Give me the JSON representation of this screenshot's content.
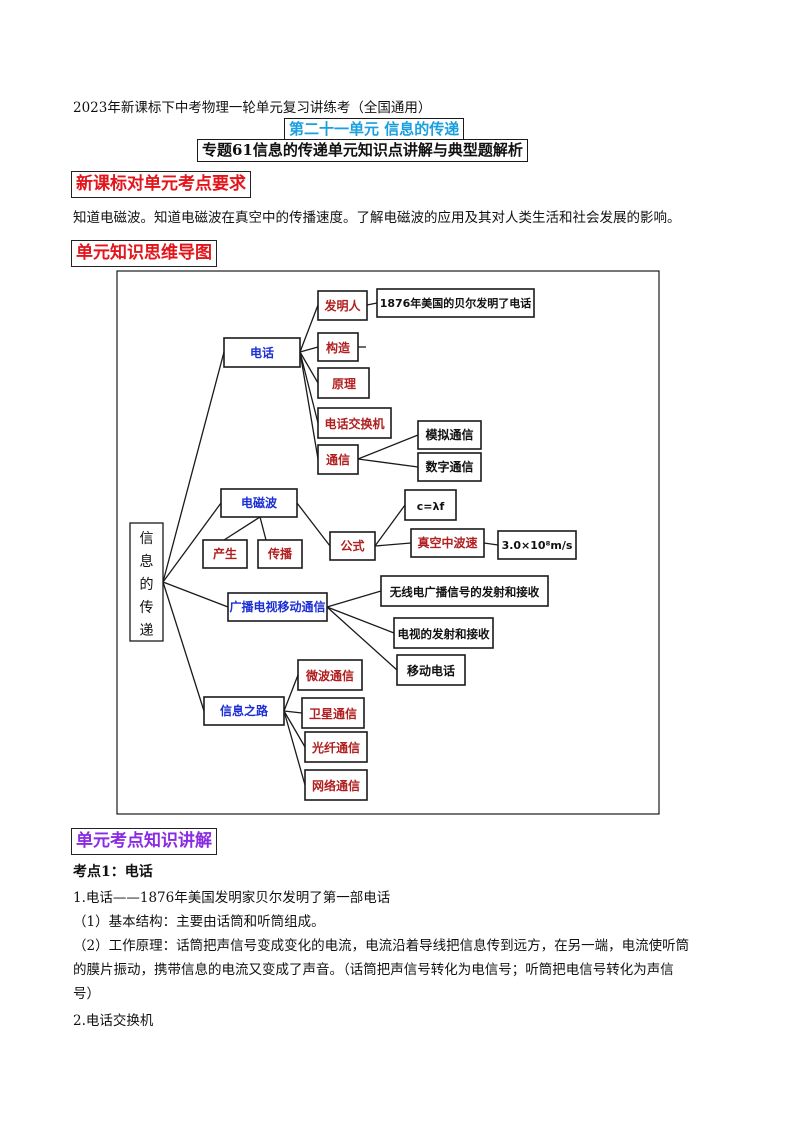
{
  "header": {
    "subtitle": "2023年新课标下中考物理一轮单元复习讲练考（全国通用）",
    "unit_title": "第二十一单元  信息的传递",
    "topic_title": "专题61信息的传递单元知识点讲解与典型题解析"
  },
  "section1": {
    "heading": "新课标对单元考点要求",
    "text": "知道电磁波。知道电磁波在真空中的传播速度。了解电磁波的应用及其对人类生活和社会发展的影响。"
  },
  "section2": {
    "heading": "单元知识思维导图"
  },
  "mindmap": {
    "root": "信息的传递",
    "phone": "电话",
    "inventor": "发明人",
    "inventor_note": "1876年美国的贝尔发明了电话",
    "structure": "构造",
    "principle": "原理",
    "switchboard": "电话交换机",
    "communication": "通信",
    "analog": "模拟通信",
    "digital": "数字通信",
    "em_wave": "电磁波",
    "produce": "产生",
    "propagate": "传播",
    "formula": "公式",
    "formula_expr": "c=λf",
    "vacuum_speed": "真空中波速",
    "speed_value": "3.0×10⁸m/s",
    "broadcast": "广播电视移动通信",
    "radio": "无线电广播信号的发射和接收",
    "tv": "电视的发射和接收",
    "mobile": "移动电话",
    "info_road": "信息之路",
    "microwave": "微波通信",
    "satellite": "卫星通信",
    "fiber": "光纤通信",
    "network": "网络通信"
  },
  "section3": {
    "heading": "单元考点知识讲解",
    "point1_title": "考点1：电话",
    "p1": "1.电话——1876年美国发明家贝尔发明了第一部电话",
    "p2": "（1）基本结构：主要由话筒和听筒组成。",
    "p3_l1": "（2）工作原理：话筒把声信号变成变化的电流，电流沿着导线把信息传到远方，在另一端，电流使听筒",
    "p3_l2": "的膜片振动，携带信息的电流又变成了声音。（话筒把声信号转化为电信号；听筒把电信号转化为声信",
    "p3_l3": "号）",
    "p4": "2.电话交换机"
  },
  "colors": {
    "red": "#e3151b",
    "blue": "#1c2fd6",
    "cyan": "#1aa0e0",
    "purple": "#8a2be2"
  }
}
